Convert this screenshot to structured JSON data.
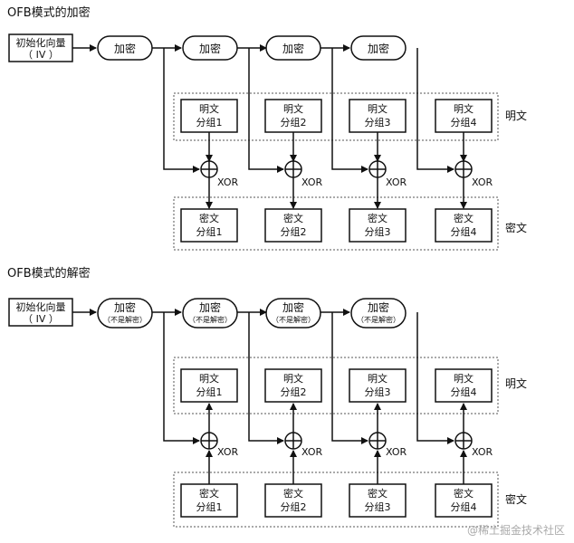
{
  "encryption": {
    "title": "OFB模式的加密",
    "iv_line1": "初始化向量",
    "iv_line2": "（ IV ）",
    "encrypt_label": "加密",
    "plaintext_blocks": [
      {
        "line1": "明文",
        "line2": "分组1"
      },
      {
        "line1": "明文",
        "line2": "分组2"
      },
      {
        "line1": "明文",
        "line2": "分组3"
      },
      {
        "line1": "明文",
        "line2": "分组4"
      }
    ],
    "ciphertext_blocks": [
      {
        "line1": "密文",
        "line2": "分组1"
      },
      {
        "line1": "密文",
        "line2": "分组2"
      },
      {
        "line1": "密文",
        "line2": "分组3"
      },
      {
        "line1": "密文",
        "line2": "分组4"
      }
    ],
    "xor_label": "XOR",
    "plaintext_group_label": "明文",
    "ciphertext_group_label": "密文"
  },
  "decryption": {
    "title": "OFB模式的解密",
    "iv_line1": "初始化向量",
    "iv_line2": "（ IV ）",
    "encrypt_label": "加密",
    "encrypt_note": "（不是解密）",
    "plaintext_blocks": [
      {
        "line1": "明文",
        "line2": "分组1"
      },
      {
        "line1": "明文",
        "line2": "分组2"
      },
      {
        "line1": "明文",
        "line2": "分组3"
      },
      {
        "line1": "明文",
        "line2": "分组4"
      }
    ],
    "ciphertext_blocks": [
      {
        "line1": "密文",
        "line2": "分组1"
      },
      {
        "line1": "密文",
        "line2": "分组2"
      },
      {
        "line1": "密文",
        "line2": "分组3"
      },
      {
        "line1": "密文",
        "line2": "分组4"
      }
    ],
    "xor_label": "XOR",
    "plaintext_group_label": "明文",
    "ciphertext_group_label": "密文"
  },
  "watermark": "@稀土掘金技术社区"
}
